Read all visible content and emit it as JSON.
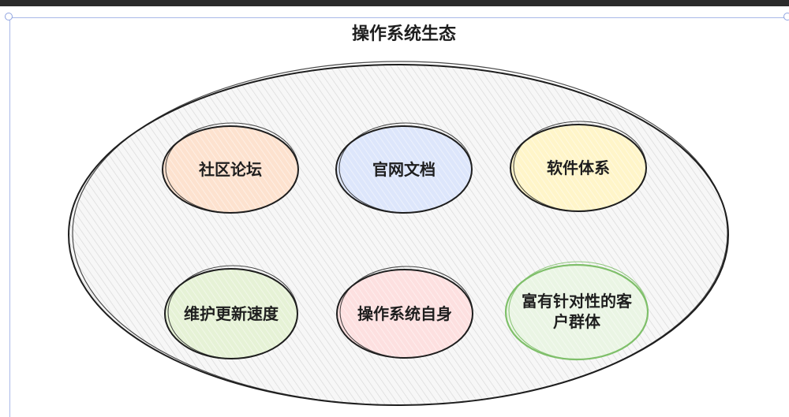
{
  "diagram": {
    "title": "操作系统生态",
    "nodes": [
      {
        "label": "社区论坛",
        "fill": "#fde2cf"
      },
      {
        "label": "官网文档",
        "fill": "#dde6fb"
      },
      {
        "label": "软件体系",
        "fill": "#fff5c9"
      },
      {
        "label": "维护更新速度",
        "fill": "#e6f2d6"
      },
      {
        "label": "操作系统自身",
        "fill": "#fde0e0"
      },
      {
        "label_line1": "富有针对性的客",
        "label_line2": "户群体",
        "fill": "#eaf5e4",
        "stroke": "#7fbf6a"
      }
    ]
  }
}
